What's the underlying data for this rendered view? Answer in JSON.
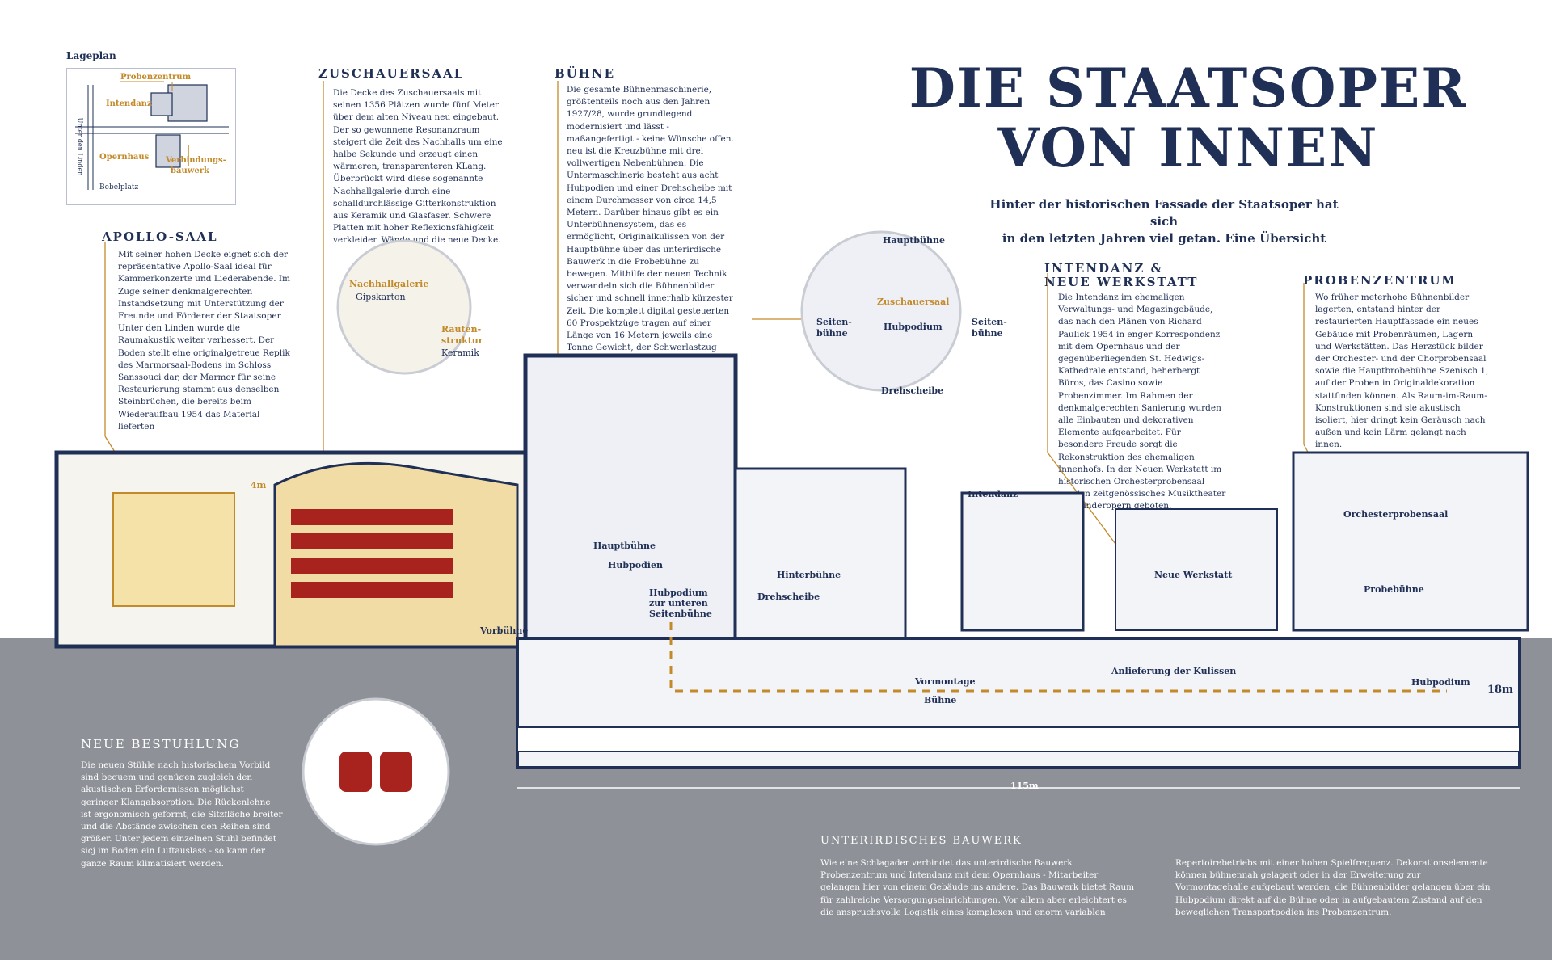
{
  "title": {
    "line1": "DIE STAATSOPER",
    "line2": "VON INNEN",
    "subtitle_line1": "Hinter der historischen Fassade der Staatsoper hat sich",
    "subtitle_line2": "in den letzten Jahren viel getan. Eine Übersicht"
  },
  "lageplan": {
    "heading": "Lageplan",
    "probenzentrum": "Probenzentrum",
    "intendanz": "Intendanz",
    "unter_den_linden": "Unter den Linden",
    "opernhaus": "Opernhaus",
    "verbindungsbauwerk_1": "Verbindungs-",
    "verbindungsbauwerk_2": "bauwerk",
    "bebelplatz": "Bebelplatz"
  },
  "apollo": {
    "title": "APOLLO-SAAL",
    "text": "Mit seiner hohen Decke eignet sich der repräsentative Apollo-Saal ideal für Kammerkonzerte und Liederabende. Im Zuge seiner denkmalgerechten Instandsetzung mit Unterstützung der Freunde und Förderer der Staatsoper Unter den Linden wurde die Raumakustik weiter verbessert. Der Boden stellt eine originalgetreue Replik des Marmorsaal-Bodens im Schloss Sanssouci dar, der Marmor für seine Restaurierung stammt aus denselben Steinbrüchen, die bereits beim Wiederaufbau 1954 das Material lieferten"
  },
  "zuschauersaal": {
    "title": "ZUSCHAUERSAAL",
    "text": "Die Decke des Zuschauersaals mit seinen 1356 Plätzen wurde fünf Meter über dem alten Niveau neu eingebaut. Der so gewonnene Resonanzraum steigert die Zeit des Nachhalls um eine halbe Sekunde und erzeugt einen wärmeren, transparenteren KLang. Überbrückt wird diese sogenannte Nachhallgalerie durch eine schalldurchlässige Gitterkonstruktion aus Keramik und Glasfaser. Schwere Platten mit hoher Reflexionsfähigkeit verkleiden Wände und die neue Decke."
  },
  "buehne": {
    "title": "BÜHNE",
    "text": "Die gesamte Bühnenmaschinerie, größtenteils noch aus den Jahren 1927/28, wurde grundlegend modernisiert und lässt - maßangefertigt - keine Wünsche offen. neu ist die Kreuzbühne mit drei vollwertigen Nebenbühnen. Die Untermaschinerie besteht aus acht Hubpodien und einer Drehscheibe mit einem Durchmesser von circa 14,5 Metern. Darüber hinaus gibt es ein Unterbühnensystem, das es ermöglicht, Originalkulissen von der Hauptbühne über das unterirdische Bauwerk in die Probebühne zu bewegen. Mithilfe der neuen Technik verwandeln sich die Bühnenbilder sicher und schnell innerhalb kürzester Zeit. Die komplett digital gesteuerten 60 Prospektzüge tragen auf einer Länge von 16 Metern jeweils eine Tonne Gewicht, der Schwerlastzug kann sogar drei Tonnen heben."
  },
  "intendanz": {
    "title_line1": "INTENDANZ &",
    "title_line2": "NEUE WERKSTATT",
    "text": "Die Intendanz im ehemaligen Verwaltungs- und Magazingebäude, das nach den Plänen von Richard Paulick 1954 in enger Korrespondenz mit dem Opernhaus und der gegenüberliegenden St. Hedwigs-Kathedrale entstand, beherbergt Büros, das Casino sowie Probenzimmer. Im Rahmen der denkmalgerechten Sanierung wurden alle Einbauten und dekorativen Elemente aufgearbeitet. Für besondere Freude sorgt die Rekonstruktion des ehemaligen Innenhofs. In der Neuen Werkstatt im historischen Orchesterprobensaal werden zeitgenössisches Musiktheater und Kinderopern geboten."
  },
  "probenzentrum": {
    "title": "PROBENZENTRUM",
    "text": "Wo früher meterhohe Bühnenbilder lagerten, entstand hinter der restaurierten Hauptfassade ein neues Gebäude mit Probenräumen, Lagern und Werkstätten. Das Herzstück bilder der Orchester- und der Chorprobensaal sowie die Hauptbrobebühne Szenisch 1, auf der Proben in Originaldekoration stattfinden können. Als Raum-im-Raum-Konstruktionen sind sie akustisch isoliert, hier dringt kein Geräusch nach außen und kein Lärm gelangt nach innen."
  },
  "ceiling_inset": {
    "nachhallgalerie": "Nachhallgalerie",
    "gipskarton": "Gipskarton",
    "rautenstruktur_1": "Rauten-",
    "rautenstruktur_2": "struktur",
    "keramik": "Keramik"
  },
  "stage_inset": {
    "hauptbuehne": "Hauptbühne",
    "zuschauersaal": "Zuschauersaal",
    "seiten_l1": "Seiten-",
    "seiten_l2": "bühne",
    "seiten_r1": "Seiten-",
    "seiten_r2": "bühne",
    "hubpodium": "Hubpodium",
    "drehscheibe": "Drehscheibe"
  },
  "section_labels": {
    "four_m": "4m",
    "hauptbuehne": "Hauptbühne",
    "hubpodien": "Hubpodien",
    "hubpodium_1": "Hubpodium",
    "hubpodium_2": "zur unteren",
    "hubpodium_3": "Seitenbühne",
    "vorbuehne": "Vorbühne",
    "hinterbuehne": "Hinterbühne",
    "drehscheibe": "Drehscheibe",
    "intendanz": "Intendanz",
    "neue_werkstatt": "Neue Werkstatt",
    "orchesterprobensaal": "Orchesterprobensaal",
    "probebuehne": "Probebühne",
    "vormontage_1": "Vormontage",
    "vormontage_2": "Bühne",
    "anlieferung": "Anlieferung der Kulissen",
    "hubpodium_right": "Hubpodium",
    "eighteen_m": "18m",
    "one_fifteen_m": "115m"
  },
  "bestuhlung": {
    "title": "NEUE BESTUHLUNG",
    "text": "Die neuen Stühle nach historischem Vorbild sind bequem und genügen zugleich den akustischen Erfordernissen möglichst geringer Klangabsorption. Die Rückenlehne ist ergonomisch geformt, die Sitzfläche breiter und die Abstände zwischen den Reihen sind größer. Unter jedem einzelnen Stuhl befindet sicj im Boden ein Luftauslass - so kann der ganze Raum klimatisiert werden."
  },
  "unterirdisch": {
    "title": "UNTERIRDISCHES BAUWERK",
    "text_col1": "Wie eine Schlagader verbindet das unterirdische Bauwerk Probenzentrum und Intendanz mit dem Opernhaus - Mitarbeiter gelangen hier von einem Gebäude ins andere. Das Bauwerk bietet Raum für zahlreiche Versorgungseinrichtungen. Vor allem aber erleichtert es die anspruchsvolle Logistik eines komplexen und enorm variablen",
    "text_col2": "Repertoirebetriebs mit einer hohen Spielfrequenz. Dekorationselemente können bühnennah gelagert oder in der Erweiterung zur Vormontagehalle aufgebaut werden, die Bühnenbilder gelangen über ein Hubpodium direkt auf die Bühne oder in aufgebautem Zustand auf den beweglichen Transportpodien ins Probenzentrum."
  },
  "colors": {
    "navy": "#1f2f55",
    "gold": "#c38a2a",
    "ground": "#8e9197",
    "red": "#a8231e"
  }
}
